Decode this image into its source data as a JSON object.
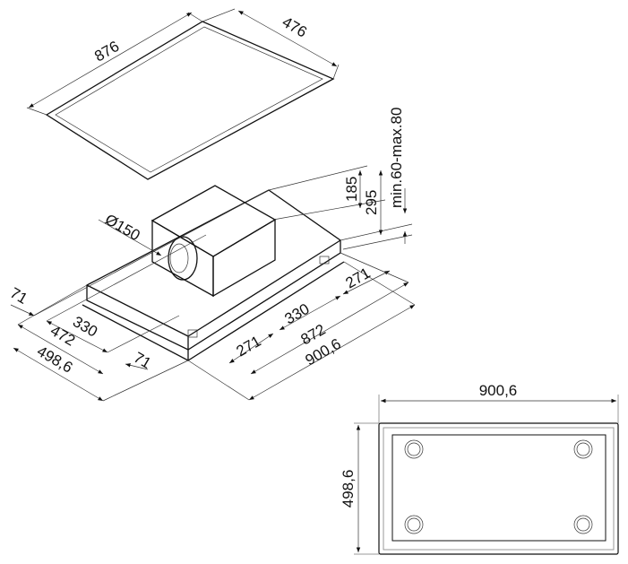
{
  "panel": {
    "length": "876",
    "width": "476"
  },
  "hood": {
    "duct_diameter": "Ø150",
    "height_box": "185",
    "height_total": "295",
    "recess": "min.60-max.80",
    "left_offset_a": "71",
    "inner_width": "330",
    "width_472": "472",
    "width_total": "498,6",
    "left_offset_b": "71",
    "side_271_a": "271",
    "middle_330": "330",
    "length_872": "872",
    "length_total": "900,6",
    "side_271_b": "271"
  },
  "bottom_view": {
    "length": "900,6",
    "width": "498,6"
  },
  "colors": {
    "line": "#111111",
    "light_line": "#999999"
  }
}
